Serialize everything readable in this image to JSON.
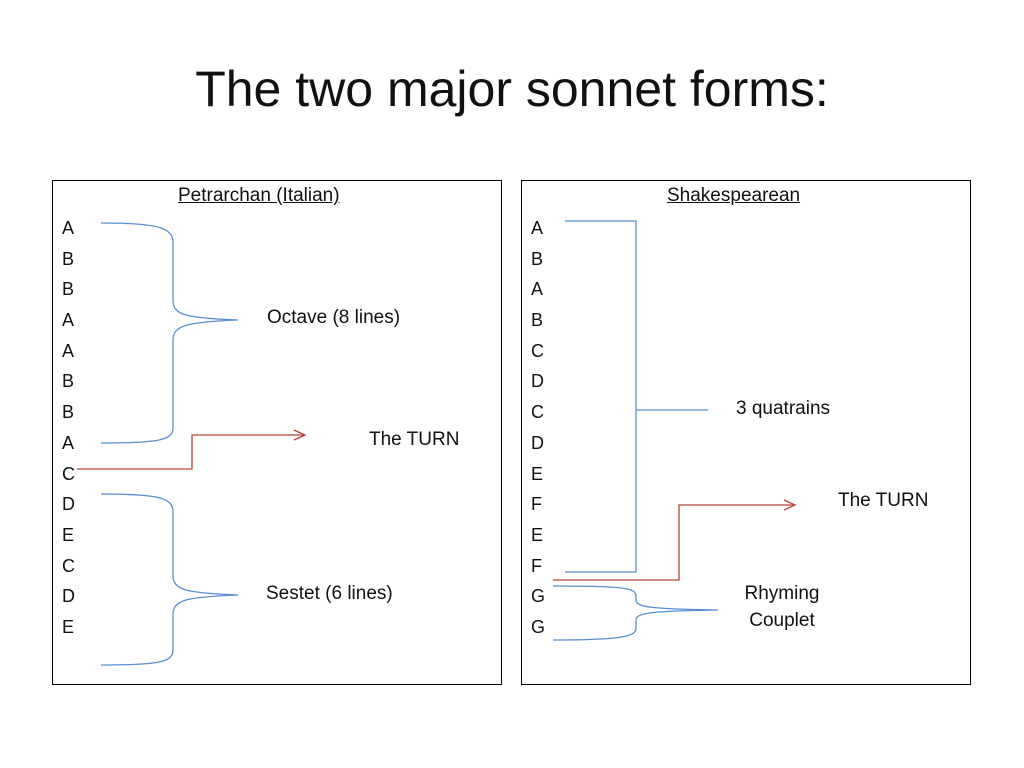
{
  "title": "The two major sonnet forms:",
  "petrarchan": {
    "heading": "Petrarchan (Italian)",
    "rhyme_scheme": [
      "A",
      "B",
      "B",
      "A",
      "A",
      "B",
      "B",
      "A",
      "C",
      "D",
      "E",
      "C",
      "D",
      "E"
    ],
    "octave_label": "Octave (8 lines)",
    "turn_label": "The TURN",
    "sestet_label": "Sestet (6 lines)"
  },
  "shakespearean": {
    "heading": "Shakespearean",
    "rhyme_scheme": [
      "A",
      "B",
      "A",
      "B",
      "C",
      "D",
      "C",
      "D",
      "E",
      "F",
      "E",
      "F",
      "G",
      "G"
    ],
    "quatrains_label": "3 quatrains",
    "turn_label": "The TURN",
    "couplet_label_line1": "Rhyming",
    "couplet_label_line2": "Couplet"
  },
  "colors": {
    "bracket": "#5b8fd1",
    "turn_arrow": "#b8433a",
    "border": "#000000"
  }
}
